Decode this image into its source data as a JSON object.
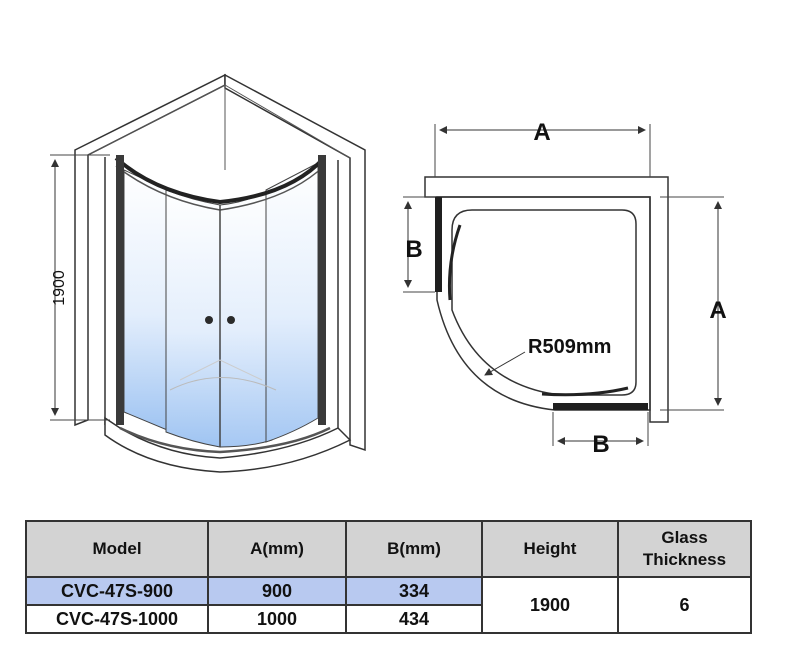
{
  "drawing": {
    "height_label": "1900",
    "top_label": "A",
    "side_label": "A",
    "left_label": "B",
    "bottom_label": "B",
    "radius_label": "R509mm"
  },
  "table": {
    "headers": [
      "Model",
      "A(mm)",
      "B(mm)",
      "Height",
      "Glass Thickness"
    ],
    "rows": [
      {
        "model": "CVC-47S-900",
        "a": "900",
        "b": "334"
      },
      {
        "model": "CVC-47S-1000",
        "a": "1000",
        "b": "434"
      }
    ],
    "height": "1900",
    "glass_thickness": "6",
    "highlight_color": "#b8c9f0"
  }
}
